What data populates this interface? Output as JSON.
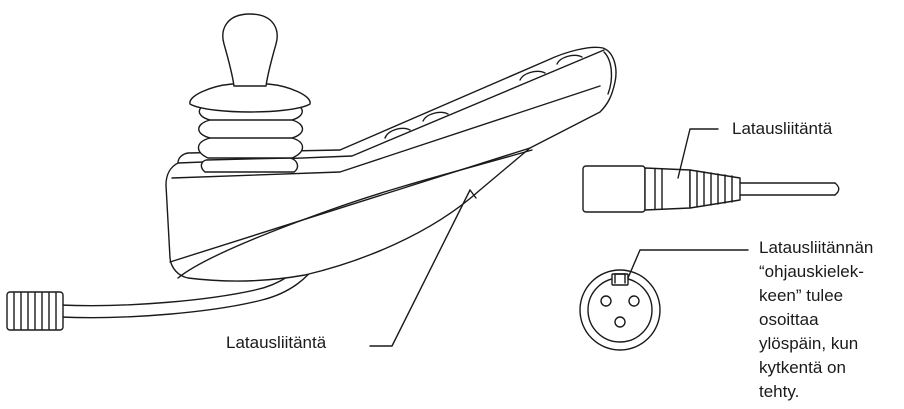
{
  "labels": {
    "charging_socket_top": "Latausliitäntä",
    "charging_socket_bottom": "Latausliitäntä"
  },
  "note": {
    "lines": [
      "Latausliitännän",
      "“ohjauskielek-",
      "keen” tulee",
      "osoittaa",
      "ylöspäin, kun",
      "kytkentä on",
      "tehty."
    ]
  },
  "colors": {
    "line": "#1a1a1a",
    "fill": "#ffffff",
    "shade": "#e6e6e6"
  }
}
